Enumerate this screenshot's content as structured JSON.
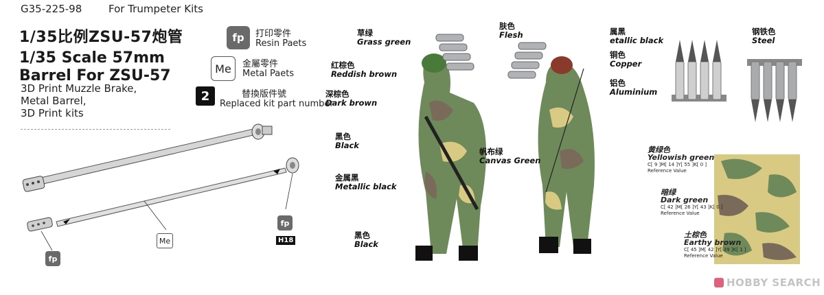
{
  "header": {
    "product_code": "G35-225-98",
    "for_kits": "For Trumpeter  Kits",
    "title_zh": "1/35比例ZSU-57炮管",
    "title_en_1": "1/35 Scale 57mm",
    "title_en_2": "Barrel  For ZSU-57",
    "description": "3D Print Muzzle Brake,\nMetal Barrel,\n3D Print kits"
  },
  "legend": {
    "resin": {
      "icon": "fp",
      "zh": "打印零件",
      "en": "Resin Paets"
    },
    "metal": {
      "icon": "Me",
      "zh": "金屬零件",
      "en": "Metal Paets"
    },
    "replaced": {
      "icon": "2",
      "zh": "替換版件號",
      "en": "Replaced kit part number"
    }
  },
  "parts_tags": {
    "resin_left": "fp",
    "metal_center": "Me",
    "resin_right": "fp",
    "kit_part": "H18"
  },
  "figure_labels": {
    "grass_green": {
      "zh": "草绿",
      "en": "Grass green"
    },
    "reddish_brown": {
      "zh": "红棕色",
      "en": "Reddish brown"
    },
    "dark_brown": {
      "zh": "深棕色",
      "en": "Dark brown"
    },
    "black_1": {
      "zh": "黑色",
      "en": "Black"
    },
    "metallic_black": {
      "zh": "金属黑",
      "en": "Metallic black"
    },
    "black_2": {
      "zh": "黑色",
      "en": "Black"
    },
    "flesh": {
      "zh": "肤色",
      "en": "Flesh"
    },
    "canvas_green": {
      "zh": "帆布绿",
      "en": "Canvas Green"
    }
  },
  "ammo_labels": {
    "metallic_black": {
      "zh": "属黑",
      "en": "etallic black"
    },
    "copper": {
      "zh": "铜色",
      "en": "Copper"
    },
    "aluminium": {
      "zh": "铝色",
      "en": "Aluminium"
    },
    "steel": {
      "zh": "钢铁色",
      "en": "Steel"
    }
  },
  "camo_colors": {
    "yellowish_green": {
      "zh": "黄绿色",
      "en": "Yellowish green",
      "cmyk": "C[ 9 ]M[ 14 ]Y[ 55 ]K[ 0 ]",
      "ref": "Reference  Value"
    },
    "dark_green": {
      "zh": "暗绿",
      "en": "Dark green",
      "cmyk": "C[ 42 ]M[ 26 ]Y[ 43 ]K[ 0 ]",
      "ref": "Reference  Value"
    },
    "earthy_brown": {
      "zh": "土棕色",
      "en": "Earthy brown",
      "cmyk": "C[ 45 ]M[ 42 ]Y[ 39 ]K[ 1 ]",
      "ref": "Reference  Value"
    }
  },
  "watermark": "HOBBY SEARCH",
  "colors": {
    "camo_yellow": "#d8c983",
    "camo_green": "#6f8a5a",
    "camo_brown": "#7a6a5a",
    "barrel_grey": "#c9c9c9",
    "shell_steel": "#a9abad"
  }
}
